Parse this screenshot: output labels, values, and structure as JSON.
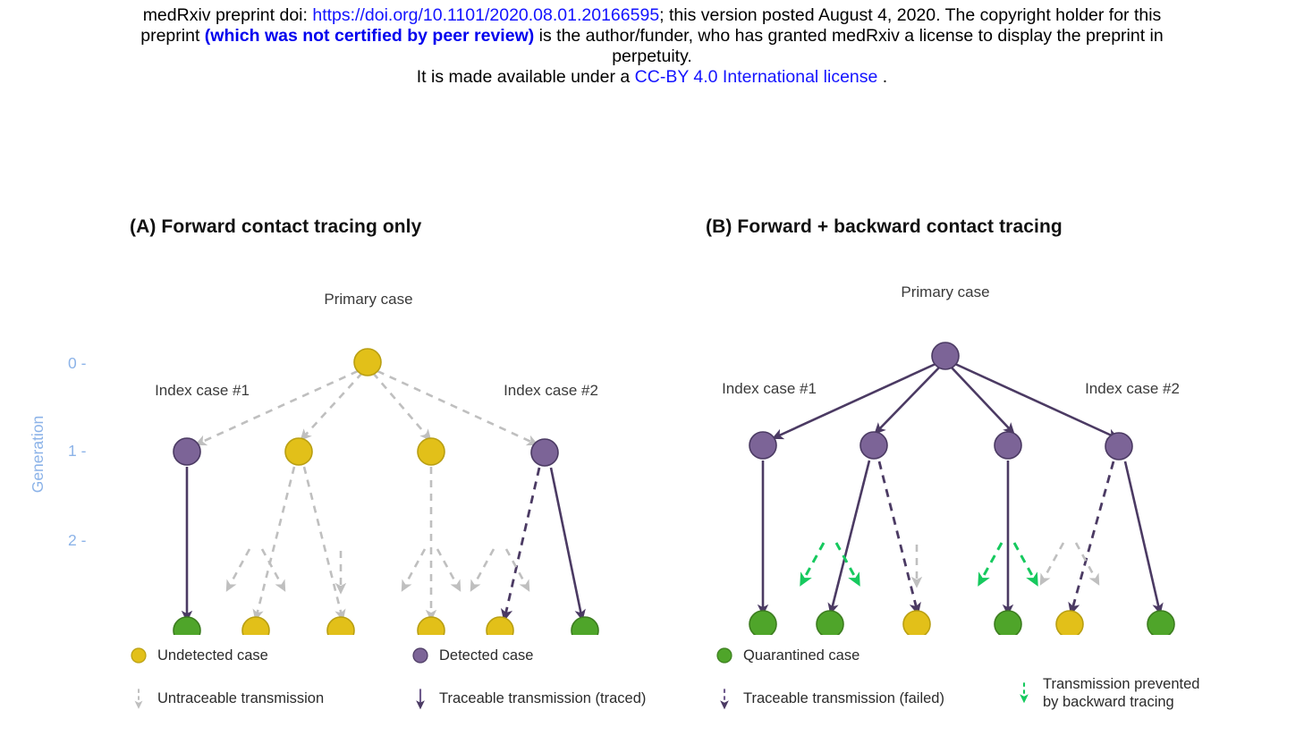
{
  "banner": {
    "prefix": "medRxiv preprint doi: ",
    "doi_url": "https://doi.org/10.1101/2020.08.01.20166595",
    "after_doi": "; this version posted August 4, 2020. The copyright holder for this",
    "line2_prefix": "preprint ",
    "not_certified": "(which was not certified by peer review)",
    "line2_suffix": " is the author/funder, who has granted medRxiv a license to display the preprint in",
    "line3": "perpetuity.",
    "line4_prefix": "It is made available under a ",
    "license": "CC-BY 4.0 International license",
    "line4_suffix": " ."
  },
  "figure": {
    "panels": [
      {
        "id": "A",
        "title": "(A)  Forward contact tracing only",
        "primary_label": "Primary case",
        "index_case_1_label": "Index case #1",
        "index_case_2_label": "Index case #2",
        "axis": {
          "label": "Generation",
          "ticks": [
            "0 -",
            "1 -",
            "2 -"
          ]
        }
      },
      {
        "id": "B",
        "title": "(B)  Forward + backward contact tracing",
        "primary_label": "Primary case",
        "index_case_1_label": "Index case #1",
        "index_case_2_label": "Index case #2"
      }
    ]
  },
  "legend": {
    "items": [
      {
        "key": "undetected-case",
        "label": "Undetected case",
        "glyph": "node",
        "color": "#e2c019"
      },
      {
        "key": "detected-case",
        "label": "Detected case",
        "glyph": "node",
        "color": "#7c6497"
      },
      {
        "key": "quarantined-case",
        "label": "Quarantined case",
        "glyph": "node",
        "color": "#4fa52a"
      },
      {
        "key": "untraceable-transmission",
        "label": "Untraceable transmission",
        "glyph": "arrow-dashed",
        "color": "#bcbcbc"
      },
      {
        "key": "traceable-transmission-traced",
        "label": "Traceable transmission (traced)",
        "glyph": "arrow-solid",
        "color": "#4b3a63"
      },
      {
        "key": "traceable-transmission-failed",
        "label": "Traceable transmission (failed)",
        "glyph": "arrow-dashed",
        "color": "#4b3a63"
      },
      {
        "key": "transmission-prevented",
        "label_line1": "Transmission prevented",
        "label_line2": "by backward tracing",
        "glyph": "arrow-dashed",
        "color": "#16c95e"
      }
    ]
  },
  "colors": {
    "undetected": "#e2c019",
    "undetected_stroke": "#b99f12",
    "detected": "#7c6497",
    "detected_stroke": "#4b3a63",
    "quarantined": "#4fa52a",
    "quarantined_stroke": "#3c7d1f",
    "untraceable": "#bfbfbf",
    "traced": "#4b3a63",
    "prevented": "#16c95e",
    "axis": "#8cb3e8",
    "label_text": "#3a3a3a"
  }
}
